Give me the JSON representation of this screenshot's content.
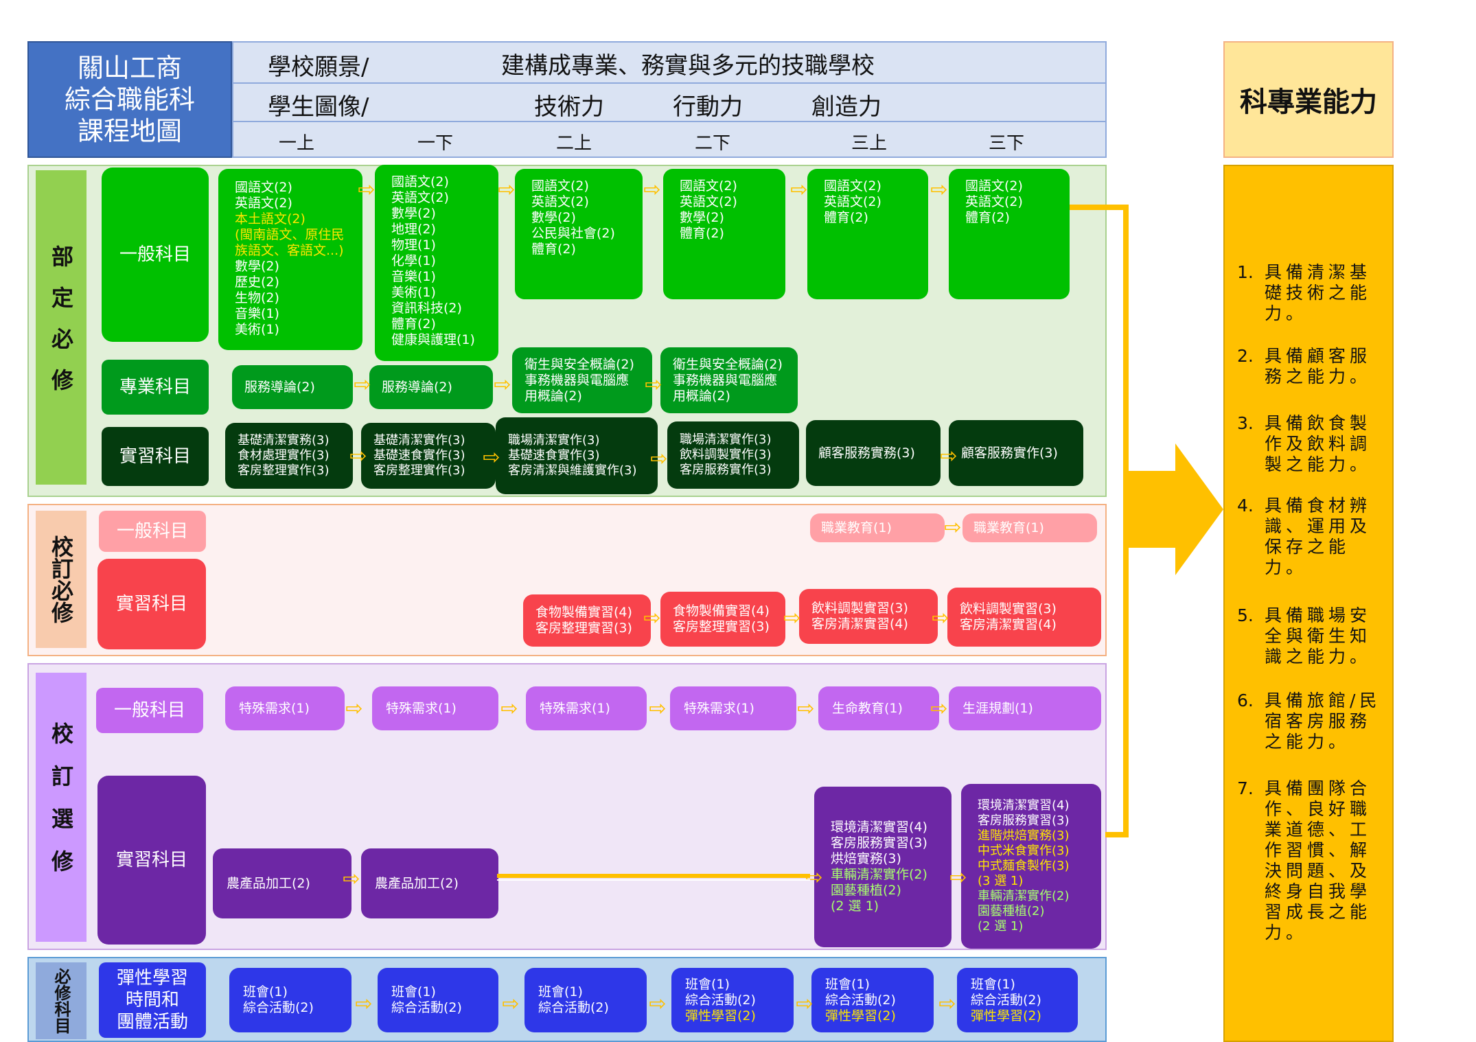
{
  "title": [
    "關山工商",
    "綜合職能科",
    "課程地圖"
  ],
  "vision": {
    "label": "學校願景/",
    "text": "建構成專業、務實與多元的技職學校"
  },
  "portrait": {
    "label": "學生圖像/",
    "items": [
      "技術力",
      "行動力",
      "創造力"
    ]
  },
  "semesters": [
    "一上",
    "一下",
    "二上",
    "二下",
    "三上",
    "三下"
  ],
  "ability_title": "科專業能力",
  "abilities": [
    {
      "num": "1.",
      "lines": [
        "具備清潔基",
        "礎技術之能",
        "力。"
      ]
    },
    {
      "num": "2.",
      "lines": [
        "具備顧客服",
        "務之能力。"
      ]
    },
    {
      "num": "3.",
      "lines": [
        "具備飲食製",
        "作及飲料調",
        "製之能力。"
      ]
    },
    {
      "num": "4.",
      "lines": [
        "具備食材辨",
        "識、運用及",
        "保存之能",
        "力。"
      ]
    },
    {
      "num": "5.",
      "lines": [
        "具備職場安",
        "全與衛生知",
        "識之能力。"
      ]
    },
    {
      "num": "6.",
      "lines": [
        "具備旅館/民",
        "宿客房服務",
        "之能力。"
      ]
    },
    {
      "num": "7.",
      "lines": [
        "具備團隊合",
        "作、良好職",
        "業道德、工",
        "作習慣、解",
        "決問題、及",
        "終身自我學",
        "習成長之能",
        "力。"
      ]
    }
  ],
  "sections": {
    "required": {
      "label": "部定必修",
      "cats": [
        "一般科目",
        "專業科目",
        "實習科目"
      ]
    },
    "school_required": {
      "label": "校訂必修",
      "cats": [
        "一般科目",
        "實習科目"
      ]
    },
    "elective": {
      "label": "校訂選修",
      "cats": [
        "一般科目",
        "實習科目"
      ]
    },
    "must": {
      "label": "必修科目",
      "cat": [
        "彈性學習",
        "時間和",
        "團體活動"
      ]
    }
  },
  "general": [
    [
      "國語文(2)",
      "英語文(2)",
      "本土語文(2)",
      "(閩南語文、原住民",
      "族語文、客語文...)",
      "數學(2)",
      "歷史(2)",
      "生物(2)",
      "音樂(1)",
      "美術(1)"
    ],
    [
      "國語文(2)",
      "英語文(2)",
      "數學(2)",
      "地理(2)",
      "物理(1)",
      "化學(1)",
      "音樂(1)",
      "美術(1)",
      "資訊科技(2)",
      "體育(2)",
      "健康與護理(1)"
    ],
    [
      "國語文(2)",
      "英語文(2)",
      "數學(2)",
      "公民與社會(2)",
      "體育(2)"
    ],
    [
      "國語文(2)",
      "英語文(2)",
      "數學(2)",
      "體育(2)"
    ],
    [
      "國語文(2)",
      "英語文(2)",
      "體育(2)"
    ],
    [
      "國語文(2)",
      "英語文(2)",
      "體育(2)"
    ]
  ],
  "professional": [
    [
      "服務導論(2)"
    ],
    [
      "服務導論(2)"
    ],
    [
      "衛生與安全概論(2)",
      "事務機器與電腦應",
      "用概論(2)"
    ],
    [
      "衛生與安全概論(2)",
      "事務機器與電腦應",
      "用概論(2)"
    ]
  ],
  "practice": [
    [
      "基礎清潔實務(3)",
      "食材處理實作(3)",
      "客房整理實作(3)"
    ],
    [
      "基礎清潔實作(3)",
      "基礎速食實作(3)",
      "客房整理實作(3)"
    ],
    [
      "職場清潔實作(3)",
      "基礎速食實作(3)",
      "客房清潔與維護實作(3)"
    ],
    [
      "職場清潔實作(3)",
      "飲料調製實作(3)",
      "客房服務實作(3)"
    ],
    [
      "顧客服務實務(3)"
    ],
    [
      "顧客服務實作(3)"
    ]
  ],
  "school_general": [
    "職業教育(1)",
    "職業教育(1)"
  ],
  "school_practice": [
    [
      "食物製備實習(4)",
      "客房整理實習(3)"
    ],
    [
      "食物製備實習(4)",
      "客房整理實習(3)"
    ],
    [
      "飲料調製實習(3)",
      "客房清潔實習(4)"
    ],
    [
      "飲料調製實習(3)",
      "客房清潔實習(4)"
    ]
  ],
  "elective_general": [
    "特殊需求(1)",
    "特殊需求(1)",
    "特殊需求(1)",
    "特殊需求(1)",
    "生命教育(1)",
    "生涯規劃(1)"
  ],
  "elective_practice": {
    "early": [
      "農產品加工(2)",
      "農產品加工(2)"
    ],
    "third_up": [
      {
        "t": "環境清潔實習(4)",
        "c": "w"
      },
      {
        "t": "客房服務實習(3)",
        "c": "w"
      },
      {
        "t": "烘焙實務(3)",
        "c": "w"
      },
      {
        "t": "車輛清潔實作(2)",
        "c": "g"
      },
      {
        "t": "園藝種植(2)",
        "c": "g"
      },
      {
        "t": "(2 選 1)",
        "c": "g"
      }
    ],
    "third_down": [
      {
        "t": "環境清潔實習(4)",
        "c": "w"
      },
      {
        "t": "客房服務實習(3)",
        "c": "w"
      },
      {
        "t": "進階烘焙實務(3)",
        "c": "y"
      },
      {
        "t": "中式米食實作(3)",
        "c": "y"
      },
      {
        "t": "中式麵食製作(3)",
        "c": "y"
      },
      {
        "t": "(3 選 1)",
        "c": "y"
      },
      {
        "t": "車輛清潔實作(2)",
        "c": "g"
      },
      {
        "t": "園藝種植(2)",
        "c": "g"
      },
      {
        "t": "(2 選 1)",
        "c": "g"
      }
    ]
  },
  "activities": [
    [
      {
        "t": "班會(1)",
        "c": "w"
      },
      {
        "t": "綜合活動(2)",
        "c": "w"
      }
    ],
    [
      {
        "t": "班會(1)",
        "c": "w"
      },
      {
        "t": "綜合活動(2)",
        "c": "w"
      }
    ],
    [
      {
        "t": "班會(1)",
        "c": "w"
      },
      {
        "t": "綜合活動(2)",
        "c": "w"
      }
    ],
    [
      {
        "t": "班會(1)",
        "c": "w"
      },
      {
        "t": "綜合活動(2)",
        "c": "w"
      },
      {
        "t": "彈性學習(2)",
        "c": "y"
      }
    ],
    [
      {
        "t": "班會(1)",
        "c": "w"
      },
      {
        "t": "綜合活動(2)",
        "c": "w"
      },
      {
        "t": "彈性學習(2)",
        "c": "y"
      }
    ],
    [
      {
        "t": "班會(1)",
        "c": "w"
      },
      {
        "t": "綜合活動(2)",
        "c": "w"
      },
      {
        "t": "彈性學習(2)",
        "c": "y"
      }
    ]
  ],
  "colors": {
    "arrow": "#ffc000",
    "text_yellow": "#ffe600",
    "text_green": "#a8ff6e",
    "text_orange": "#ffd94a"
  }
}
